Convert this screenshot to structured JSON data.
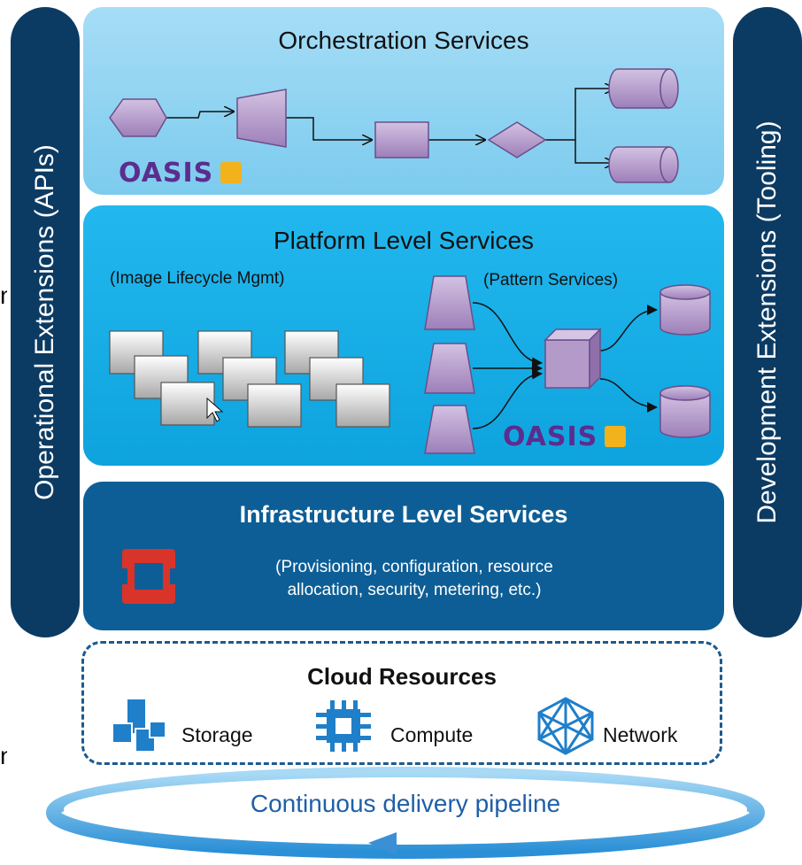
{
  "pillars": {
    "left_label": "Operational Extensions (APIs)",
    "right_label": "Development Extensions (Tooling)"
  },
  "orchestration": {
    "title": "Orchestration Services",
    "logo_text": "OASIS"
  },
  "platform": {
    "title": "Platform Level Services",
    "image_lifecycle_label": "(Image Lifecycle Mgmt)",
    "pattern_services_label": "(Pattern Services)",
    "logo_text": "OASIS"
  },
  "infrastructure": {
    "title": "Infrastructure Level Services",
    "description_line1": "(Provisioning, configuration, resource",
    "description_line2": "allocation, security, metering, etc.)"
  },
  "cloud_resources": {
    "title": "Cloud Resources",
    "items": [
      {
        "label": "Storage",
        "icon": "storage-cubes-icon"
      },
      {
        "label": "Compute",
        "icon": "compute-chip-icon"
      },
      {
        "label": "Network",
        "icon": "network-mesh-icon"
      }
    ]
  },
  "pipeline": {
    "label": "Continuous delivery pipeline"
  },
  "colors": {
    "pillar": "#0b3b63",
    "orchestration_bg": "#8fd3f2",
    "platform_bg": "#19aee8",
    "infrastructure_bg": "#0d5e96",
    "shape_fill": "#b49ac9",
    "oasis_purple": "#5b2d8e",
    "pipeline_text": "#1f5fa8"
  }
}
